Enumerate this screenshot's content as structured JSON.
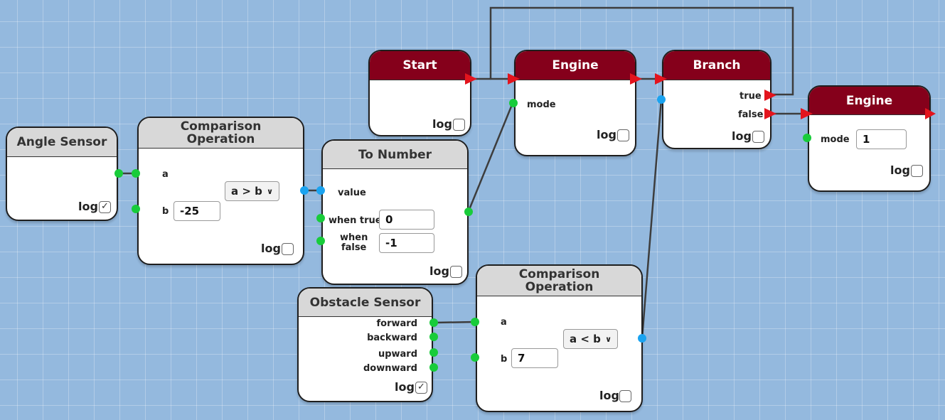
{
  "nodes": {
    "angle_sensor": {
      "title": "Angle Sensor",
      "log": "log",
      "log_checked": true
    },
    "comparison_1": {
      "title_line1": "Comparison",
      "title_line2": "Operation",
      "a": "a",
      "b": "b",
      "b_value": "-25",
      "operator": "a > b",
      "log": "log",
      "log_checked": false
    },
    "to_number": {
      "title": "To Number",
      "value": "value",
      "when_true": "when true",
      "when_true_value": "0",
      "when_false_line1": "when",
      "when_false_line2": "false",
      "when_false_value": "-1",
      "log": "log",
      "log_checked": false
    },
    "start": {
      "title": "Start",
      "log": "log",
      "log_checked": false
    },
    "engine_1": {
      "title": "Engine",
      "mode": "mode",
      "log": "log",
      "log_checked": false
    },
    "branch": {
      "title": "Branch",
      "true": "true",
      "false": "false",
      "log": "log",
      "log_checked": false
    },
    "engine_2": {
      "title": "Engine",
      "mode": "mode",
      "mode_value": "1",
      "log": "log",
      "log_checked": false
    },
    "obstacle_sensor": {
      "title": "Obstacle Sensor",
      "forward": "forward",
      "backward": "backward",
      "upward": "upward",
      "downward": "downward",
      "log": "log",
      "log_checked": true
    },
    "comparison_2": {
      "title_line1": "Comparison",
      "title_line2": "Operation",
      "a": "a",
      "b": "b",
      "b_value": "7",
      "operator": "a < b",
      "log": "log",
      "log_checked": false
    }
  },
  "icons": {
    "dropdown": "chevron-down-icon",
    "check": "check-icon"
  },
  "colors": {
    "canvas": "#94b9de",
    "header_red": "#85001b",
    "header_grey": "#d8d8d8",
    "port_data": "#18cc3a",
    "port_number": "#1aa3f0",
    "port_flow": "#e3141d",
    "wire": "#3a3a3a"
  }
}
